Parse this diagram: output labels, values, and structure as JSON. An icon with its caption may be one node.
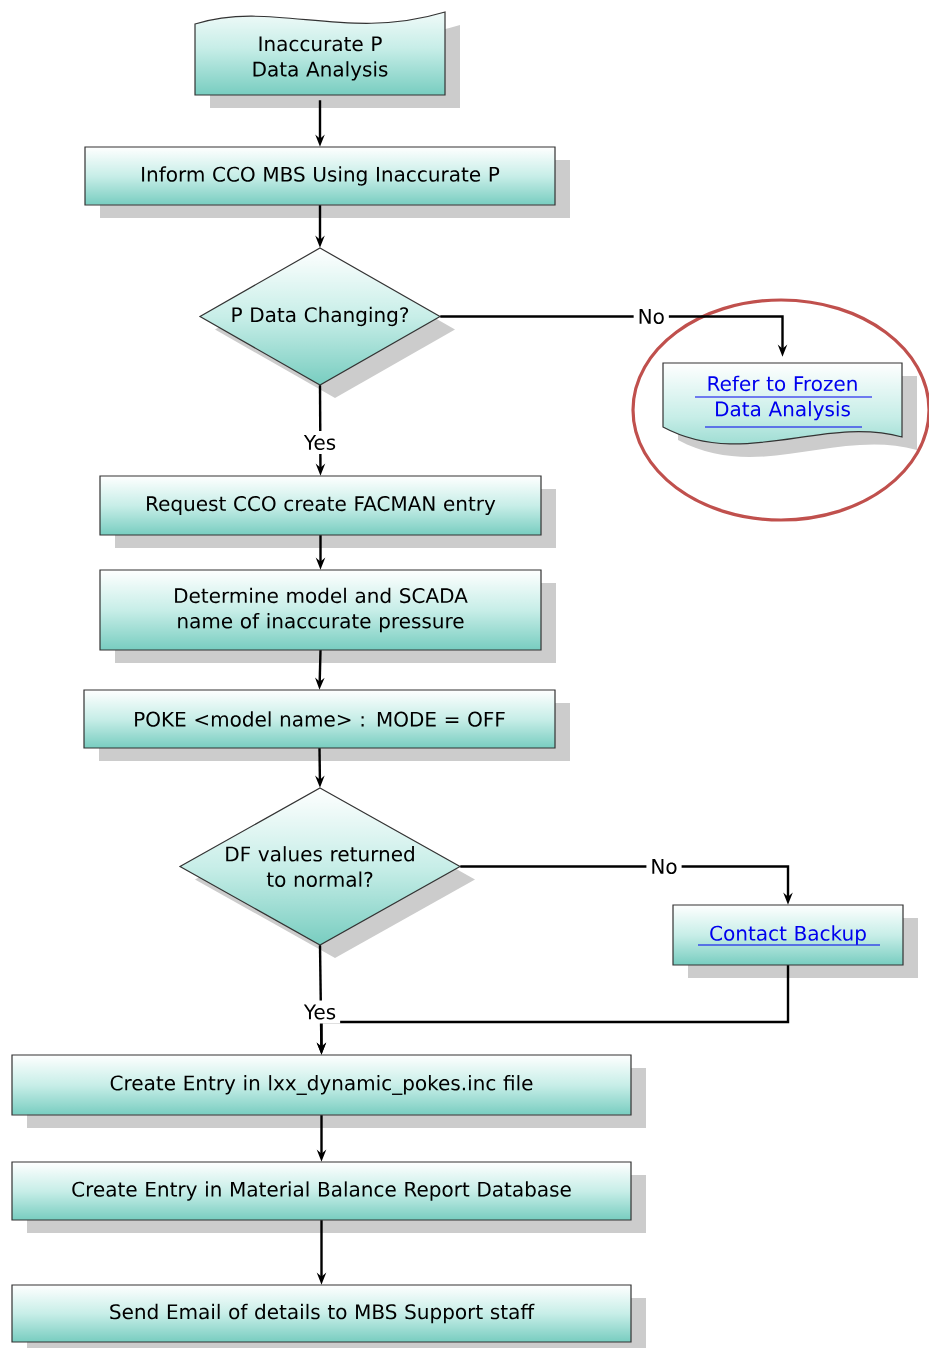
{
  "diagram": {
    "nodes": [
      {
        "text": [
          "Inaccurate P Data Analysis"
        ]
      },
      {
        "text": [
          "Inform CCO MBS Using Inaccurate P"
        ]
      },
      {
        "text": [
          "P Data Changing?"
        ]
      },
      {
        "text": [
          "Refer to Frozen Data Analysis"
        ]
      },
      {
        "text": [
          "Request CCO create FACMAN entry"
        ]
      },
      {
        "text": [
          "Determine model and SCADA name of inaccurate pressure"
        ]
      },
      {
        "text": [
          "POKE <model name> : MODE = OFF"
        ]
      },
      {
        "text": [
          "DF values returned to normal?"
        ]
      },
      {
        "text": [
          "Contact Backup"
        ]
      },
      {
        "text": [
          "Create Entry in lxx_dynamic_pokes.inc file"
        ]
      },
      {
        "text": [
          "Create Entry in Material Balance Report Database"
        ]
      },
      {
        "text": [
          "Send Email of details to MBS Support staff"
        ]
      }
    ],
    "edges": [
      {
        "from": 0,
        "to": 1,
        "arrow": "to"
      },
      {
        "from": 1,
        "to": 2,
        "arrow": "to"
      },
      {
        "from": 2,
        "to": 3,
        "arrow": "to",
        "label": "No"
      },
      {
        "from": 2,
        "to": 4,
        "arrow": "to",
        "label": "Yes"
      },
      {
        "from": 4,
        "to": 5,
        "arrow": "to"
      },
      {
        "from": 5,
        "to": 6,
        "arrow": "to"
      },
      {
        "from": 6,
        "to": 7,
        "arrow": "to"
      },
      {
        "from": 7,
        "to": 8,
        "arrow": "to",
        "label": "No"
      },
      {
        "from": 7,
        "to": 9,
        "arrow": "to",
        "label": "Yes"
      },
      {
        "from": 8,
        "to": 9,
        "arrow": "to"
      },
      {
        "from": 9,
        "to": 10,
        "arrow": "to"
      },
      {
        "from": 10,
        "to": 11,
        "arrow": "to"
      }
    ]
  }
}
